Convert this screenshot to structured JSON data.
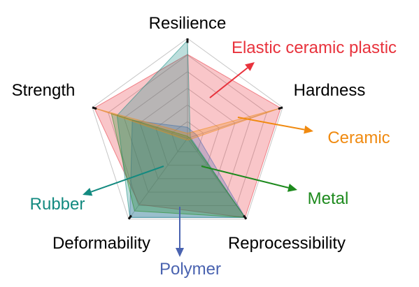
{
  "chart_data": {
    "type": "radar",
    "axes": [
      "Resilience",
      "Hardness",
      "Reprocessibility",
      "Deformability",
      "Strength"
    ],
    "range": [
      0,
      1
    ],
    "grid": true,
    "grid_levels": 6,
    "series": [
      {
        "name": "Elastic ceramic plastic",
        "values": [
          0.84,
          0.98,
          0.98,
          0.82,
          0.98
        ],
        "color": "#e8323c"
      },
      {
        "name": "Polymer",
        "values": [
          0.11,
          0.1,
          0.98,
          0.98,
          0.58
        ],
        "color": "#4a63b0"
      },
      {
        "name": "Rubber",
        "values": [
          0.98,
          0.03,
          0.98,
          0.98,
          0.74
        ],
        "color": "#138a80"
      },
      {
        "name": "Metal",
        "values": [
          0.02,
          0.02,
          0.98,
          0.9,
          0.8
        ],
        "color": "#1d8a1d"
      },
      {
        "name": "Ceramic",
        "values": [
          0.05,
          0.98,
          0.02,
          0.02,
          0.98
        ],
        "color": "#f08a10"
      }
    ]
  }
}
